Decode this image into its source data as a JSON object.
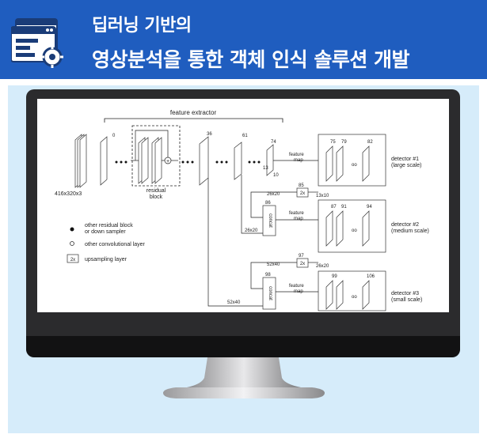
{
  "header": {
    "title_line1": "딥러닝 기반의",
    "title_line2": "영상분석을 통한 객체 인식 솔루션 개발",
    "icon": "browser-gear-icon",
    "bg_color": "#1f5dbf"
  },
  "diagram": {
    "feature_extractor_label": "feature extractor",
    "input_label": "416x320x3",
    "residual_label_1": "residual",
    "residual_label_2": "block",
    "layer_0": "0",
    "layer_36": "36",
    "layer_61": "61",
    "layer_74": "74",
    "dim_13": "13",
    "dim_10": "10",
    "feature_map_1a": "feature",
    "feature_map_1b": "map",
    "feature_map_2a": "feature",
    "feature_map_2b": "map",
    "feature_map_3a": "feature",
    "feature_map_3b": "map",
    "d1_75": "75",
    "d1_79": "79",
    "d1_82": "82",
    "d2_87": "87",
    "d2_91": "91",
    "d2_94": "94",
    "d3_99": "99",
    "d3_106": "106",
    "detector1_a": "detector #1",
    "detector1_b": "(large scale)",
    "detector2_a": "detector #2",
    "detector2_b": "(medium scale)",
    "detector3_a": "detector #3",
    "detector3_b": "(small scale)",
    "n85": "85",
    "n86": "86",
    "n97": "97",
    "n98": "98",
    "up_label": "2x",
    "s26x20_a": "26x20",
    "s13x10": "13x10",
    "s26x20_b": "26x20",
    "s52x40_a": "52x40",
    "s26x20_c": "26x20",
    "s52x40_b": "52x40",
    "concat": "concat",
    "legend_1a": "other residual block",
    "legend_1b": "or down sampler",
    "legend_2": "other convolutional layer",
    "legend_3_box": "2x",
    "legend_3": "upsampling layer",
    "plus": "+"
  }
}
